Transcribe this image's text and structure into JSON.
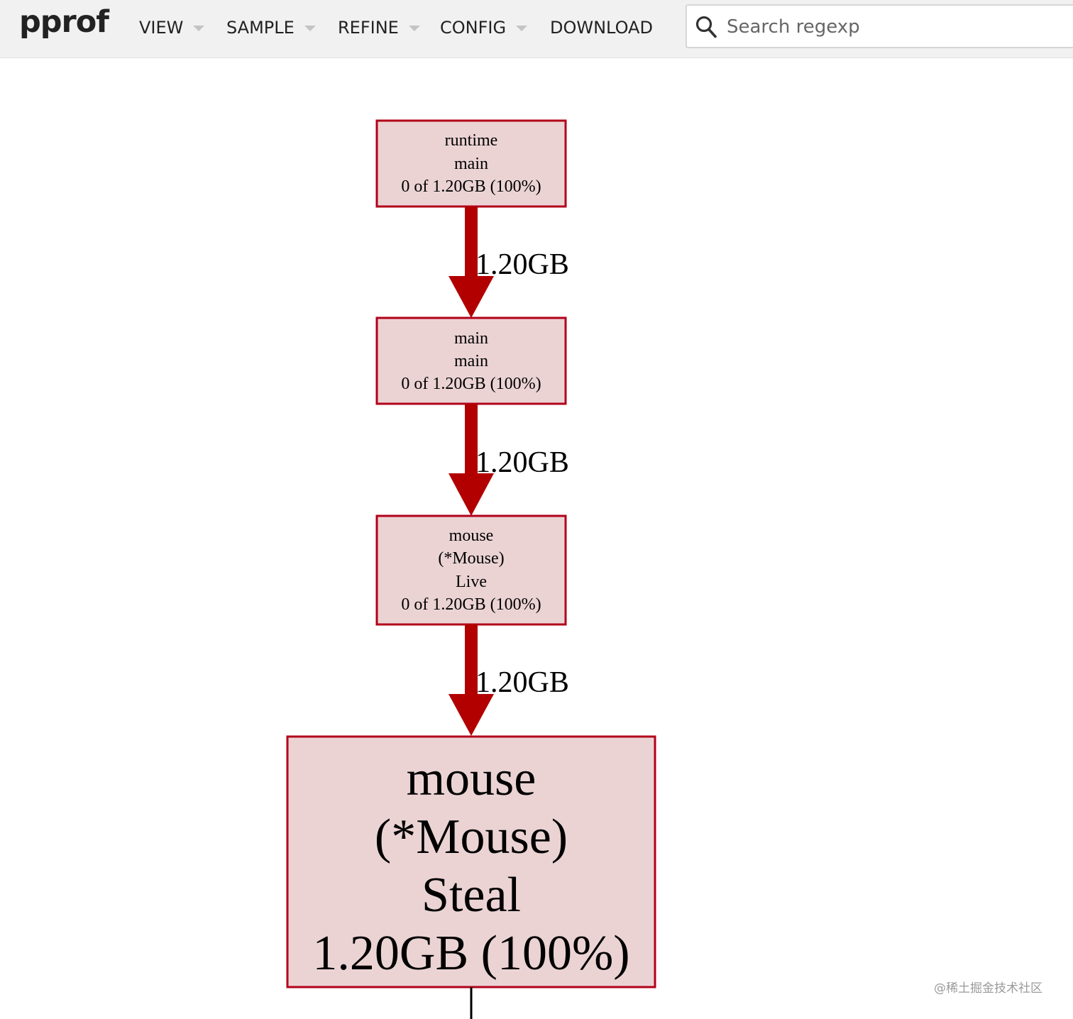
{
  "header": {
    "logo": "pprof",
    "menu": [
      {
        "label": "VIEW",
        "has_dropdown": true
      },
      {
        "label": "SAMPLE",
        "has_dropdown": true
      },
      {
        "label": "REFINE",
        "has_dropdown": true
      },
      {
        "label": "CONFIG",
        "has_dropdown": true
      },
      {
        "label": "DOWNLOAD",
        "has_dropdown": false
      }
    ],
    "search": {
      "placeholder": "Search regexp",
      "value": "",
      "icon": "search-icon"
    }
  },
  "graph": {
    "nodes": [
      {
        "lines": [
          "runtime",
          "main",
          "0 of 1.20GB (100%)"
        ]
      },
      {
        "lines": [
          "main",
          "main",
          "0 of 1.20GB (100%)"
        ]
      },
      {
        "lines": [
          "mouse",
          "(*Mouse)",
          "Live",
          "0 of 1.20GB (100%)"
        ]
      },
      {
        "lines": [
          "mouse",
          "(*Mouse)",
          "Steal",
          "1.20GB (100%)"
        ]
      }
    ],
    "edges": [
      {
        "label": "1.20GB"
      },
      {
        "label": "1.20GB"
      },
      {
        "label": "1.20GB"
      }
    ],
    "colors": {
      "node_fill": "#ebd3d4",
      "node_border": "#b2001a",
      "edge": "#b20000"
    }
  },
  "watermark": "@稀土掘金技术社区"
}
